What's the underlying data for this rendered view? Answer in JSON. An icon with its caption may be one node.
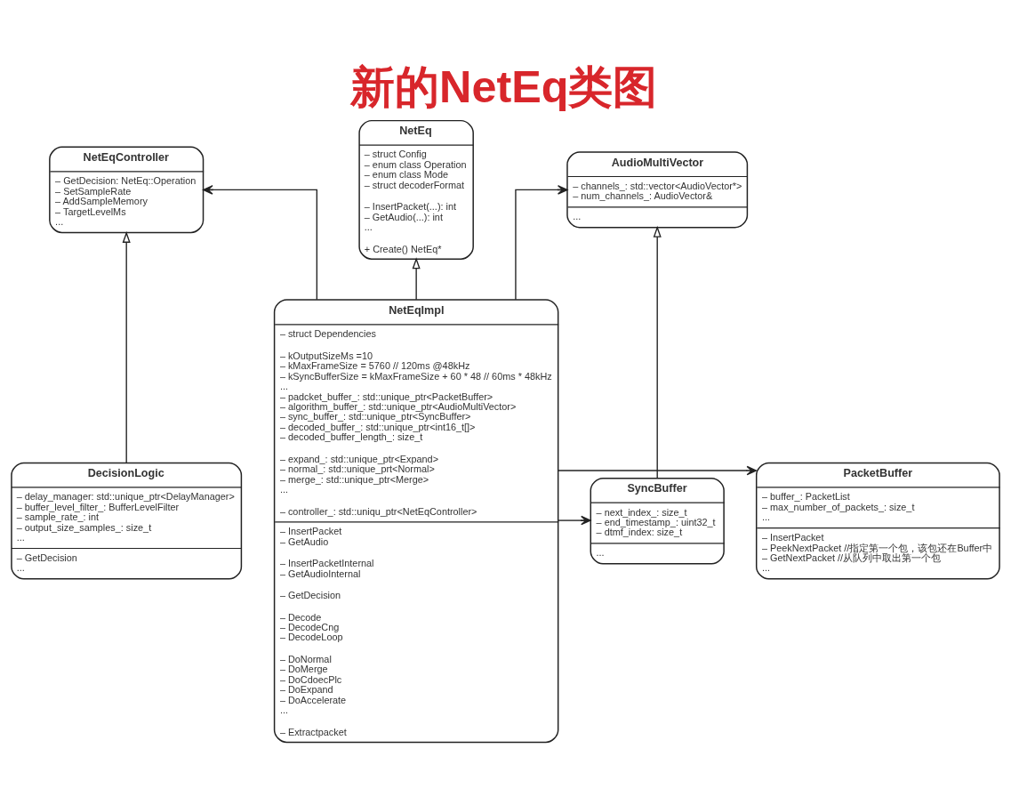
{
  "diagram": {
    "title": "新的NetEq类图",
    "nodes": [
      {
        "text": [
          "NetEq",
          "– struct Config",
          "– enum class Operation",
          "– enum class Mode",
          "– struct decoderFormat",
          "– InsertPacket(...): int",
          "– GetAudio(...): int",
          "...",
          "+ Create() NetEq*"
        ]
      },
      {
        "text": [
          "NetEqImpl",
          "– struct Dependencies",
          "– kOutputSizeMs =10",
          "– kMaxFrameSize = 5760 // 120ms @48kHz",
          "– kSyncBufferSize = kMaxFrameSize + 60 * 48 // 60ms * 48kHz",
          "...",
          "– padcket_buffer_: std::unique_ptr<PacketBuffer>",
          "– algorithm_buffer_: std::unique_ptr<AudioMultiVector>",
          "– sync_buffer_: std::unique_ptr<SyncBuffer>",
          "– decoded_buffer_: std::unique_ptr<int16_t[]>",
          "– decoded_buffer_length_: size_t",
          "– expand_: std::unique_ptr<Expand>",
          "– normal_: std::unique_prt<Normal>",
          "– merge_: std::unique_ptr<Merge>",
          "...",
          "– controller_: std::uniqu_ptr<NetEqController>",
          "– InsertPacket",
          "– GetAudio",
          "– InsertPacketInternal",
          "– GetAudioInternal",
          "– GetDecision",
          "– Decode",
          "– DecodeCng",
          "– DecodeLoop",
          "– DoNormal",
          "– DoMerge",
          "– DoCdoecPlc",
          "– DoExpand",
          "– DoAccelerate",
          "...",
          "– Extractpacket"
        ]
      },
      {
        "text": [
          "NetEqController",
          "– GetDecision: NetEq::Operation",
          "– SetSampleRate",
          "– AddSampleMemory",
          "– TargetLevelMs",
          "..."
        ]
      },
      {
        "text": [
          "DecisionLogic",
          "– delay_manager: std::unique_ptr<DelayManager>",
          "– buffer_level_filter_: BufferLevelFilter",
          "– sample_rate_: int",
          "– output_size_samples_: size_t",
          "...",
          "– GetDecision",
          "..."
        ]
      },
      {
        "text": [
          "PacketBuffer",
          "– buffer_: PacketList",
          "– max_number_of_packets_: size_t",
          "...",
          "– InsertPacket",
          "– PeekNextPacket //指定第一个包，该包还在Buffer中",
          "– GetNextPacket //从队列中取出第一个包",
          "..."
        ]
      },
      {
        "text": [
          "AudioMultiVector",
          "– channels_: std::vector<AudioVector*>",
          "– num_channels_: AudioVector&",
          "..."
        ]
      },
      {
        "text": [
          "SyncBuffer",
          "– next_index_: size_t",
          "– end_timestamp_: uint32_t",
          "– dtmf_index: size_t",
          "..."
        ]
      }
    ],
    "edges": [
      {
        "from": 1,
        "to": 0,
        "arrow": "to"
      },
      {
        "from": 1,
        "to": 2,
        "arrow": "to"
      },
      {
        "from": 3,
        "to": 2,
        "arrow": "to"
      },
      {
        "from": 1,
        "to": 4,
        "arrow": "to"
      },
      {
        "from": 1,
        "to": 5,
        "arrow": "to"
      },
      {
        "from": 1,
        "to": 6,
        "arrow": "to"
      },
      {
        "from": 6,
        "to": 5,
        "arrow": "to"
      }
    ]
  }
}
